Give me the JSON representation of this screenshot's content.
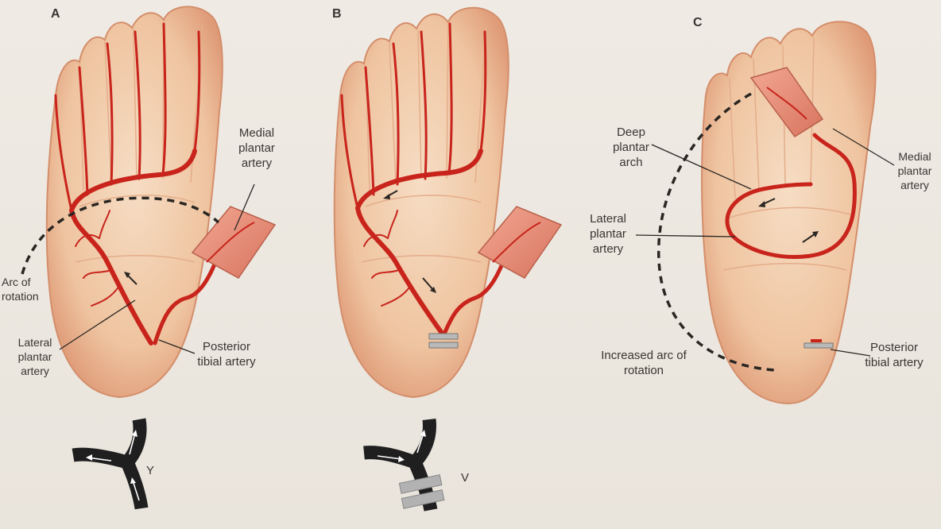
{
  "panels": [
    {
      "letter": "A"
    },
    {
      "letter": "B"
    },
    {
      "letter": "C"
    }
  ],
  "labels": {
    "a_medial": "Medial plantar artery",
    "a_arc": "Arc of rotation",
    "a_lateral": "Lateral plantar artery",
    "a_posterior": "Posterior tibial artery",
    "c_deep": "Deep plantar arch",
    "c_medial": "Medial plantar artery",
    "c_lateral": "Lateral plantar artery",
    "c_increased": "Increased arc of rotation",
    "c_posterior": "Posterior tibial artery"
  },
  "schematics": {
    "y_letter": "Y",
    "v_letter": "V"
  },
  "colors": {
    "artery": "#c8241c",
    "skin": "#f2c9a6",
    "skin_edge": "#d99a76",
    "flap": "#e8907a",
    "label_text": "#3a3531",
    "schematic": "#1f1f1f"
  }
}
